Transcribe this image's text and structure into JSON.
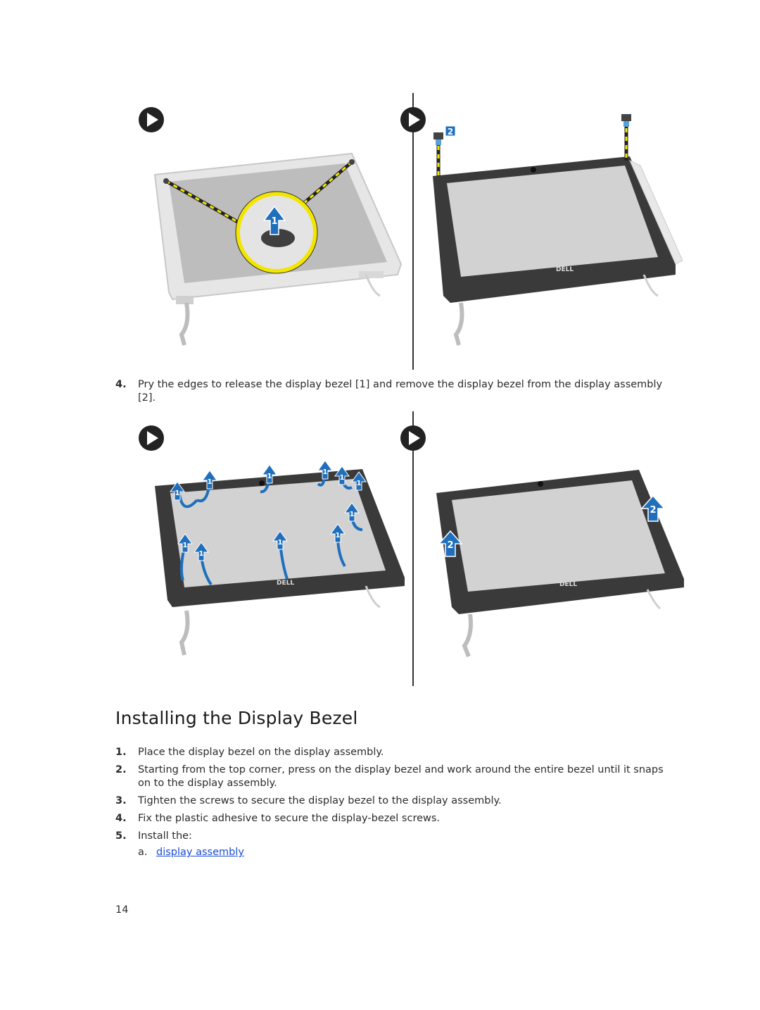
{
  "figure1": {
    "left_callouts": [
      "1"
    ],
    "right_callouts": [
      "2"
    ],
    "logo": "DELL"
  },
  "figure2": {
    "left_callouts": [
      "1",
      "1",
      "1",
      "1",
      "1",
      "1",
      "1",
      "1",
      "1",
      "1",
      "1"
    ],
    "right_callouts": [
      "2",
      "2"
    ],
    "logo": "DELL"
  },
  "removal_step": {
    "number": "4.",
    "text": "Pry the edges to release the display bezel [1] and remove the display bezel from the display assembly [2]."
  },
  "section": {
    "title": "Installing the Display Bezel",
    "steps": [
      {
        "number": "1.",
        "text": "Place the display bezel on the display assembly."
      },
      {
        "number": "2.",
        "text": "Starting from the top corner, press on the display bezel and work around the entire bezel until it snaps on to the display assembly."
      },
      {
        "number": "3.",
        "text": "Tighten the screws to secure the display bezel to the display assembly."
      },
      {
        "number": "4.",
        "text": "Fix the plastic adhesive to secure the display-bezel screws."
      },
      {
        "number": "5.",
        "text": "Install the:"
      }
    ],
    "substep": {
      "letter": "a.",
      "link_text": "display assembly"
    }
  },
  "page_number": "14",
  "colors": {
    "callout_blue": "#1f6fbd",
    "highlight_yellow": "#f2e600",
    "bezel_dark": "#3a3a3a",
    "link_blue": "#1a4bd6"
  }
}
